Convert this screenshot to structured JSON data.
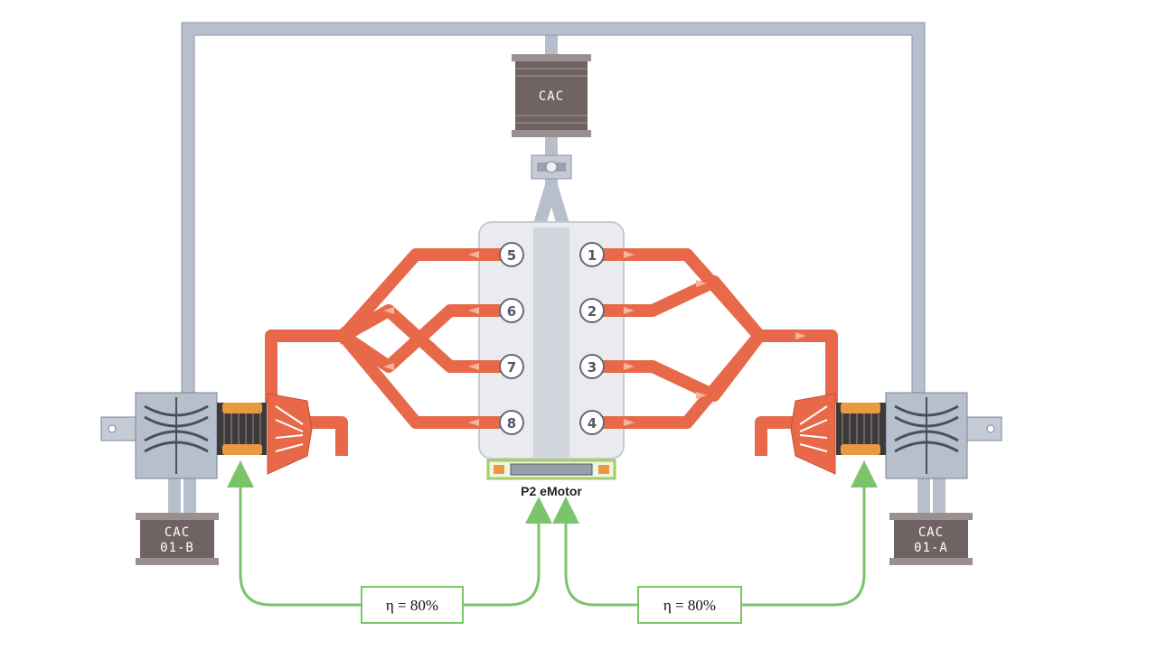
{
  "colors": {
    "air_duct": "#b8bfcc",
    "air_duct_edge": "#8c93a3",
    "exhaust": "#e8694a",
    "exhaust_edge": "#c8502f",
    "arrow": "#f6b49a",
    "efficiency_line": "#7cc46c",
    "cooler": "#6f6463",
    "block": "#e9ebef",
    "motor_frame": "#a6cd62",
    "motor_accent": "#e89a40"
  },
  "charge_air_coolers": {
    "main": "CAC",
    "left_line1": "CAC",
    "left_line2": "01-B",
    "right_line1": "CAC",
    "right_line2": "01-A"
  },
  "cylinders": [
    "5",
    "1",
    "6",
    "2",
    "7",
    "3",
    "8",
    "4"
  ],
  "motor": {
    "label": "P2 eMotor"
  },
  "efficiency": {
    "left_label": "η = 80%",
    "right_label": "η = 80%"
  },
  "icons": [
    "cooler-icon",
    "turbocharger-icon",
    "shaft-icon",
    "arrow-icon"
  ]
}
